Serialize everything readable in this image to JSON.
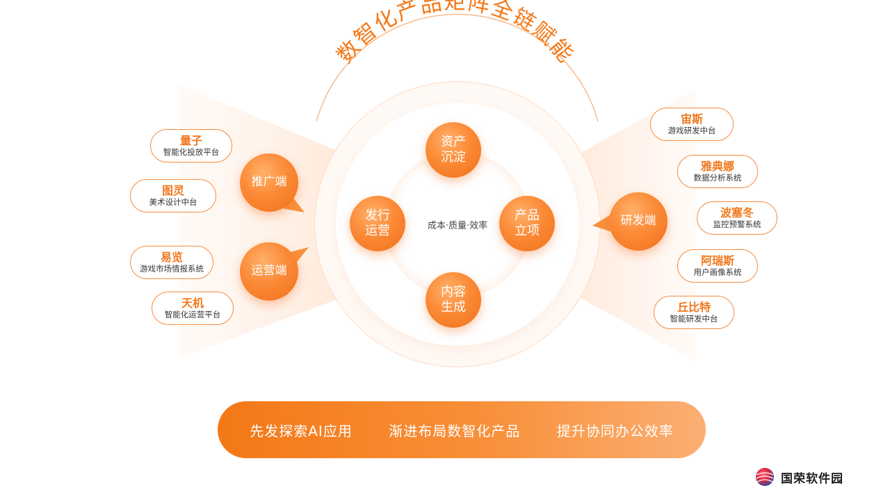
{
  "title": "数智化产品矩阵全链赋能",
  "center": {
    "text": "成本·质量·效率",
    "nodes": {
      "top": "资产\n沉淀",
      "left": "发行\n运营",
      "right": "产品\n立项",
      "bottom": "内容\n生成"
    }
  },
  "left_hubs": {
    "promotion": "推广端",
    "operation": "运营端"
  },
  "right_hub": "研发端",
  "left_items": [
    {
      "name": "量子",
      "desc": "智能化投放平台"
    },
    {
      "name": "图灵",
      "desc": "美术设计中台"
    },
    {
      "name": "易览",
      "desc": "游戏市场情报系统"
    },
    {
      "name": "天机",
      "desc": "智能化运营平台"
    }
  ],
  "right_items": [
    {
      "name": "宙斯",
      "desc": "游戏研发中台"
    },
    {
      "name": "雅典娜",
      "desc": "数据分析系统"
    },
    {
      "name": "波塞冬",
      "desc": "监控预警系统"
    },
    {
      "name": "阿瑞斯",
      "desc": "用户画像系统"
    },
    {
      "name": "丘比特",
      "desc": "智能研发中台"
    }
  ],
  "banner": [
    "先发探索AI应用",
    "渐进布局数智化产品",
    "提升协同办公效率"
  ],
  "logo": {
    "text": "国荣软件园",
    "icon": "globe-logo-icon"
  },
  "colors": {
    "accent": "#f47816",
    "accent_light": "#fbaf74",
    "text": "#333333"
  }
}
